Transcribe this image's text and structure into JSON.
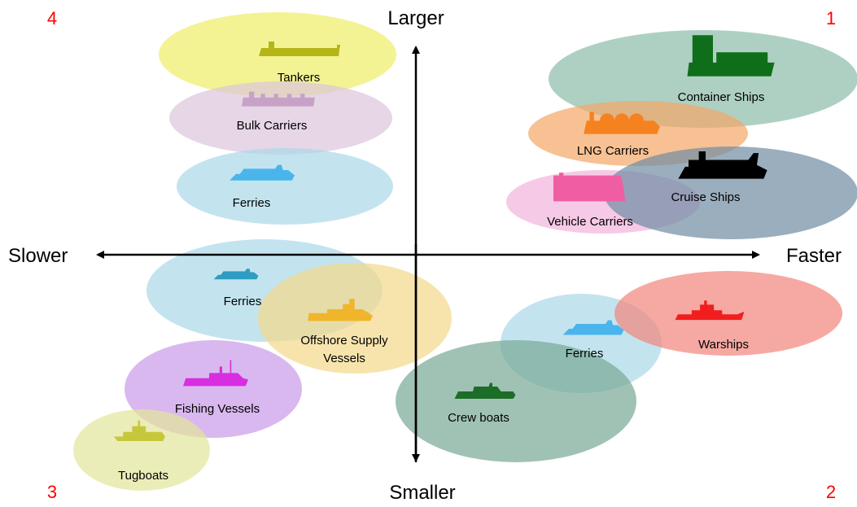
{
  "axes": {
    "top": "Larger",
    "bottom": "Smaller",
    "left": "Slower",
    "right": "Faster"
  },
  "quadrants": {
    "q1": "1",
    "q2": "2",
    "q3": "3",
    "q4": "4"
  },
  "colors": {
    "quadrant_number": "#ff0000",
    "axis": "#000000"
  },
  "categories": [
    {
      "id": "tankers",
      "lines": [
        "Tankers"
      ],
      "fill": "#eeee66",
      "icon": "#b5b518",
      "icon_name": "tanker-icon"
    },
    {
      "id": "bulk-carriers",
      "lines": [
        "Bulk Carriers"
      ],
      "fill": "#dcc4dc",
      "icon": "#c7a2c7",
      "icon_name": "bulk-carrier-icon"
    },
    {
      "id": "ferries-large",
      "lines": [
        "Ferries"
      ],
      "fill": "#a9d8e8",
      "icon": "#4ab4ec",
      "icon_name": "ferry-icon"
    },
    {
      "id": "container-ships",
      "lines": [
        "Container Ships"
      ],
      "fill": "#8bbca8",
      "icon": "#0f6e1a",
      "icon_name": "container-ship-icon"
    },
    {
      "id": "lng-carriers",
      "lines": [
        "LNG Carriers"
      ],
      "fill": "#f4a667",
      "icon": "#f5811f",
      "icon_name": "lng-carrier-icon"
    },
    {
      "id": "vehicle-carriers",
      "lines": [
        "Vehicle Carriers"
      ],
      "fill": "#f2b4dc",
      "icon": "#ef5ea3",
      "icon_name": "vehicle-carrier-icon"
    },
    {
      "id": "cruise-ships",
      "lines": [
        "Cruise Ships"
      ],
      "fill": "#6f8ca3",
      "icon": "#000000",
      "icon_name": "cruise-ship-icon"
    },
    {
      "id": "ferries-slow-small",
      "lines": [
        "Ferries"
      ],
      "fill": "#a9d8e8",
      "icon": "#2f9cc2",
      "icon_name": "ferry-icon"
    },
    {
      "id": "offshore-supply",
      "lines": [
        "Offshore Supply",
        "Vessels"
      ],
      "fill": "#f4d98a",
      "icon": "#f0b52a",
      "icon_name": "offshore-supply-icon"
    },
    {
      "id": "fishing-vessels",
      "lines": [
        "Fishing Vessels"
      ],
      "fill": "#c99ae8",
      "icon": "#d82de0",
      "icon_name": "fishing-vessel-icon"
    },
    {
      "id": "tugboats",
      "lines": [
        "Tugboats"
      ],
      "fill": "#e3e69a",
      "icon": "#c6c83c",
      "icon_name": "tugboat-icon"
    },
    {
      "id": "ferries-fast-small",
      "lines": [
        "Ferries"
      ],
      "fill": "#a9d8e8",
      "icon": "#4ab4ec",
      "icon_name": "ferry-icon"
    },
    {
      "id": "warships",
      "lines": [
        "Warships"
      ],
      "fill": "#f2847a",
      "icon": "#f01e1e",
      "icon_name": "warship-icon"
    },
    {
      "id": "crew-boats",
      "lines": [
        "Crew boats"
      ],
      "fill": "#78a896",
      "icon": "#1b6d28",
      "icon_name": "crew-boat-icon"
    }
  ]
}
